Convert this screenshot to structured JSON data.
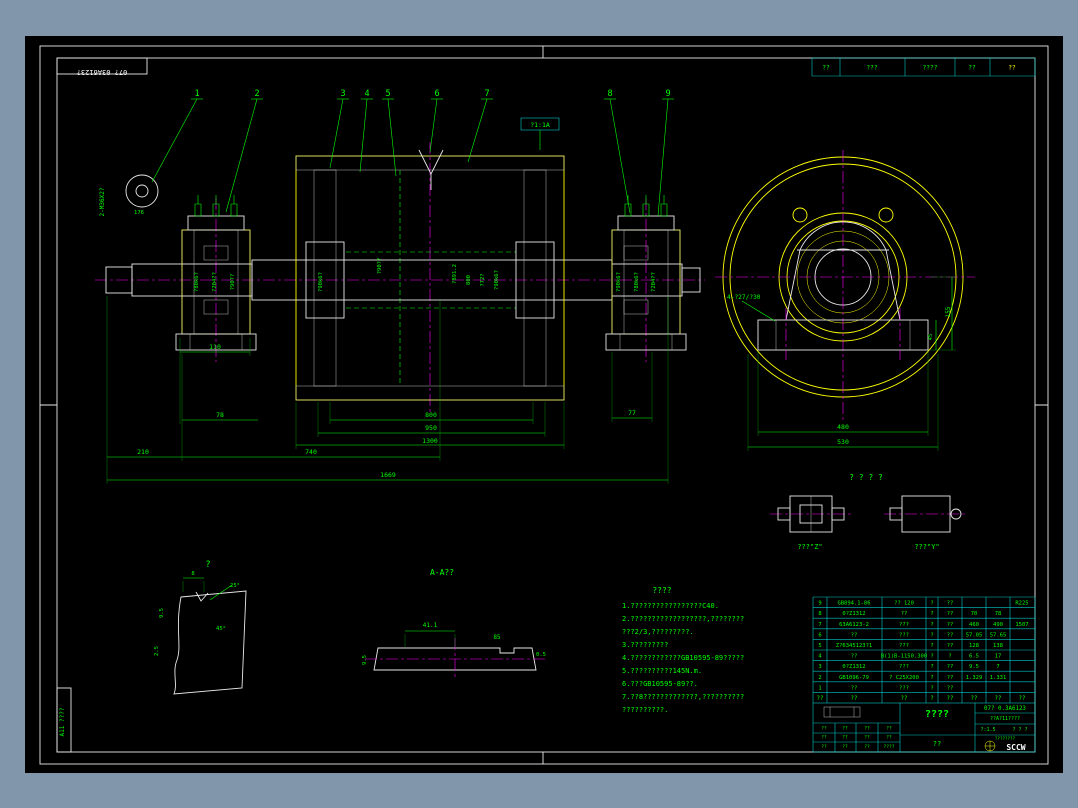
{
  "colors": {
    "background": "#8296ab",
    "sheet": "#000000",
    "object_lines": "#e9e9e9",
    "secondary_lines": "#ffff00",
    "dimensions": "#00ff00",
    "centerlines": "#ff00ff",
    "tables": "#00c8c8"
  },
  "corner_label": "07? 03A6123?",
  "side_label": "A11 ????",
  "top_table": {
    "cells": [
      "??",
      "???",
      "????",
      "??",
      "??"
    ]
  },
  "callouts": [
    "1",
    "2",
    "3",
    "4",
    "5",
    "6",
    "7",
    "8",
    "9"
  ],
  "main_view": {
    "ref_flag": "?1:1A",
    "section_label": "A-A??",
    "detail_thread": "2-M36X2?",
    "detail_dim": "176"
  },
  "right_view": {
    "bolt_label": "4-?27/?30"
  },
  "key_views": {
    "header": "? ? ? ?",
    "z_label": "???\"Z\"",
    "y_label": "???\"Y\""
  },
  "detail_view": {
    "label": "?"
  },
  "dims": {
    "h": {
      "d78": "78",
      "d800": "800",
      "d950": "950",
      "d1300": "1300",
      "d77": "77",
      "d110": "110",
      "d210": "210",
      "d740": "740",
      "d1669": "1669"
    },
    "rv": {
      "d480": "480",
      "d530": "530",
      "d155": "155",
      "d45": "45"
    },
    "aa": {
      "d411": "41.1",
      "d85": "85",
      "d95": "9.5",
      "d05": "0.5"
    },
    "det": {
      "d8": "8",
      "a25": "25°",
      "a45": "45°",
      "d95": "9.5",
      "d25": "2.5"
    },
    "v": [
      "?80k6?",
      "?204??",
      "?90??",
      "?90k6?",
      "?90??",
      "?891.2",
      "800",
      "?72?",
      "?90k6?",
      "?90k6?",
      "?80k6?",
      "?204??"
    ]
  },
  "notes": {
    "title": "????",
    "lines": [
      "1.?????????????????C40.",
      "2.??????????????????,????????",
      "???2/3,?????????.",
      "3.?????????",
      "4.????????????GB10595-89?????",
      "5.??????????145N.m.",
      "6.???GB10595-89??.",
      "7.??8?????????????,??????????",
      "??????????."
    ]
  },
  "bom": {
    "headers": [
      "??",
      "??",
      "??",
      "?",
      "??",
      "??",
      "??",
      "??"
    ],
    "rows": [
      [
        "9",
        "GB894.1-86",
        "?? 120",
        "?",
        "??",
        "",
        "",
        "R225"
      ],
      [
        "8",
        "0?Z1312",
        "??",
        "?",
        "??",
        "70",
        "78",
        ""
      ],
      [
        "7",
        "63A6123-2",
        "???",
        "?",
        "??",
        "460",
        "490",
        "1507"
      ],
      [
        "6",
        "??",
        "???",
        "?",
        "??",
        "57.05",
        "57.65",
        ""
      ],
      [
        "5",
        "Z?6345123?1",
        "???",
        "?",
        "??",
        "128",
        "138",
        ""
      ],
      [
        "4",
        "??",
        "B(1)B-1150.300",
        "?",
        "?",
        "6.5",
        "17",
        ""
      ],
      [
        "3",
        "0?Z1312",
        "???",
        "?",
        "??",
        "9.5",
        "7",
        ""
      ],
      [
        "2",
        "GB1096-79",
        "? C25X200",
        "?",
        "??",
        "1.329",
        "1.331",
        ""
      ],
      [
        "1",
        "??",
        "???",
        "?",
        "??",
        "",
        "",
        ""
      ]
    ]
  },
  "title_block": {
    "title": "????",
    "subtitle": "??",
    "drawing_no": "07? 0.3A6123",
    "row2": "??A?11????",
    "scale": "?:1.5",
    "sheets": "? ? ?",
    "reg": "????????",
    "company": "SCCW",
    "small": [
      [
        "??",
        "??",
        "??",
        "??"
      ],
      [
        "??",
        "??",
        "??",
        "??"
      ],
      [
        "??",
        "??",
        "??",
        "????"
      ]
    ]
  }
}
